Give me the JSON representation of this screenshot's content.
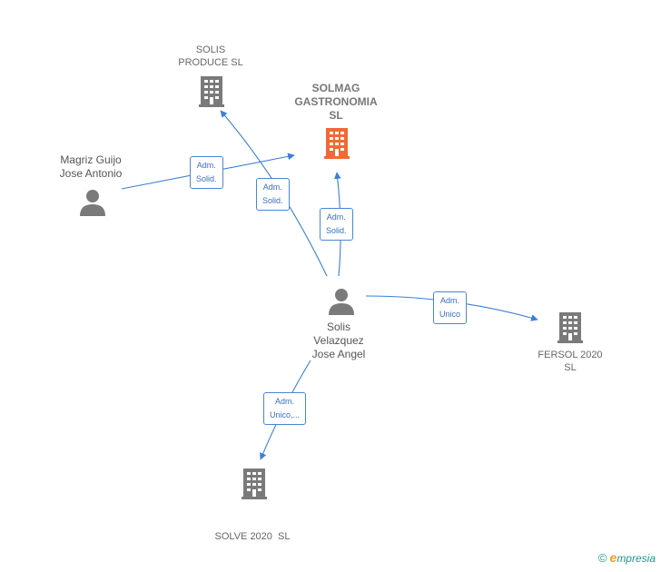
{
  "nodes": {
    "solis_produce": {
      "label_l1": "SOLIS",
      "label_l2": "PRODUCE SL",
      "icon": "building-icon"
    },
    "solmag": {
      "label_l1": "SOLMAG",
      "label_l2": "GASTRONOMIA",
      "label_l3": "SL",
      "icon": "building-icon"
    },
    "magriz": {
      "label_l1": "Magriz Guijo",
      "label_l2": "Jose Antonio",
      "icon": "person-icon"
    },
    "solis_velazquez": {
      "label_l1": "Solis",
      "label_l2": "Velazquez",
      "label_l3": "Jose Angel",
      "icon": "person-icon"
    },
    "fersol": {
      "label_l1": "FERSOL 2020",
      "label_l2": "SL",
      "icon": "building-icon"
    },
    "solve": {
      "label_l1": "SOLVE 2020  SL",
      "icon": "building-icon"
    }
  },
  "edges": [
    {
      "from": "magriz",
      "to": "solmag",
      "label_l1": "Adm.",
      "label_l2": "Solid."
    },
    {
      "from": "solis_velazquez",
      "to": "solis_produce",
      "label_l1": "Adm.",
      "label_l2": "Solid."
    },
    {
      "from": "solis_velazquez",
      "to": "solmag",
      "label_l1": "Adm.",
      "label_l2": "Solid."
    },
    {
      "from": "solis_velazquez",
      "to": "fersol",
      "label_l1": "Adm.",
      "label_l2": "Unico"
    },
    {
      "from": "solis_velazquez",
      "to": "solve",
      "label_l1": "Adm.",
      "label_l2": "Unico,..."
    }
  ],
  "colors": {
    "edge": "#3a7fd5",
    "building": "#7a7a7a",
    "building_focus": "#f06a35",
    "person": "#7a7a7a"
  },
  "brand": {
    "copyright": "©",
    "e": "e",
    "rest": "mpresia"
  }
}
